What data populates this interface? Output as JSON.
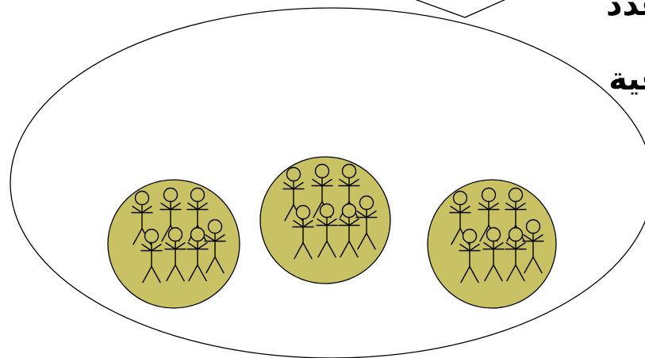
{
  "text_lines": [
    "عدد",
    "عية"
  ],
  "colors": {
    "group_fill": "#c9c264",
    "outline": "#000000",
    "background": "#ffffff"
  },
  "groups": [
    {
      "name": "group-left",
      "people": 7
    },
    {
      "name": "group-center",
      "people": 7
    },
    {
      "name": "group-right",
      "people": 7
    }
  ]
}
